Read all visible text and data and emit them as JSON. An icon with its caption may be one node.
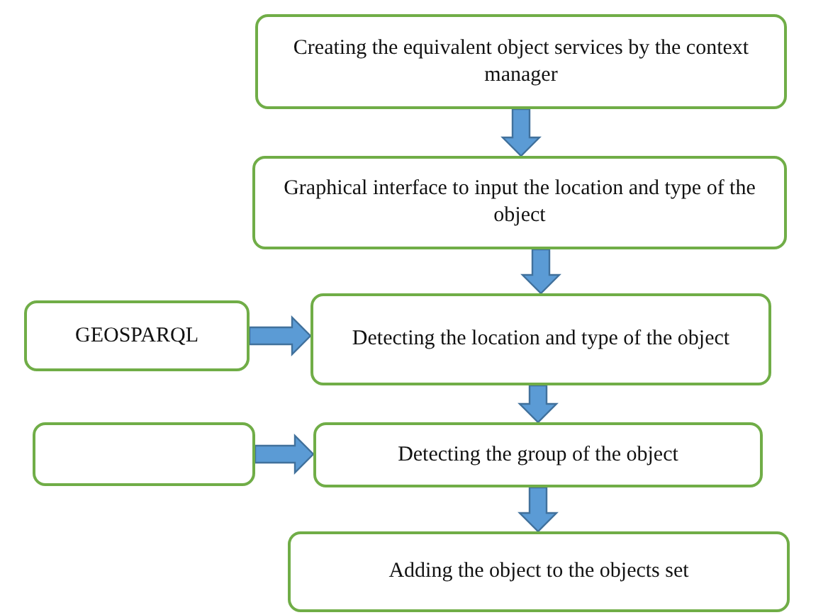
{
  "diagram": {
    "nodes": [
      {
        "text": [
          "Creating the equivalent object services by the context manager"
        ]
      },
      {
        "text": [
          "Graphical interface to input the location and type of the object"
        ]
      },
      {
        "text": [
          "GEOSPARQL"
        ]
      },
      {
        "text": [
          "Detecting the location and type of the object"
        ]
      },
      {
        "text": [],
        "shape": "box"
      },
      {
        "text": [
          "Detecting the group of the object"
        ]
      },
      {
        "text": [
          "Adding the object to the objects set"
        ]
      }
    ],
    "edges": [
      {
        "from": 0,
        "to": 1,
        "arrow": "to"
      },
      {
        "from": 1,
        "to": 3,
        "arrow": "to"
      },
      {
        "from": 2,
        "to": 3,
        "arrow": "to"
      },
      {
        "from": 3,
        "to": 5,
        "arrow": "to"
      },
      {
        "from": 4,
        "to": 5,
        "arrow": "to"
      },
      {
        "from": 5,
        "to": 6,
        "arrow": "to"
      }
    ]
  }
}
